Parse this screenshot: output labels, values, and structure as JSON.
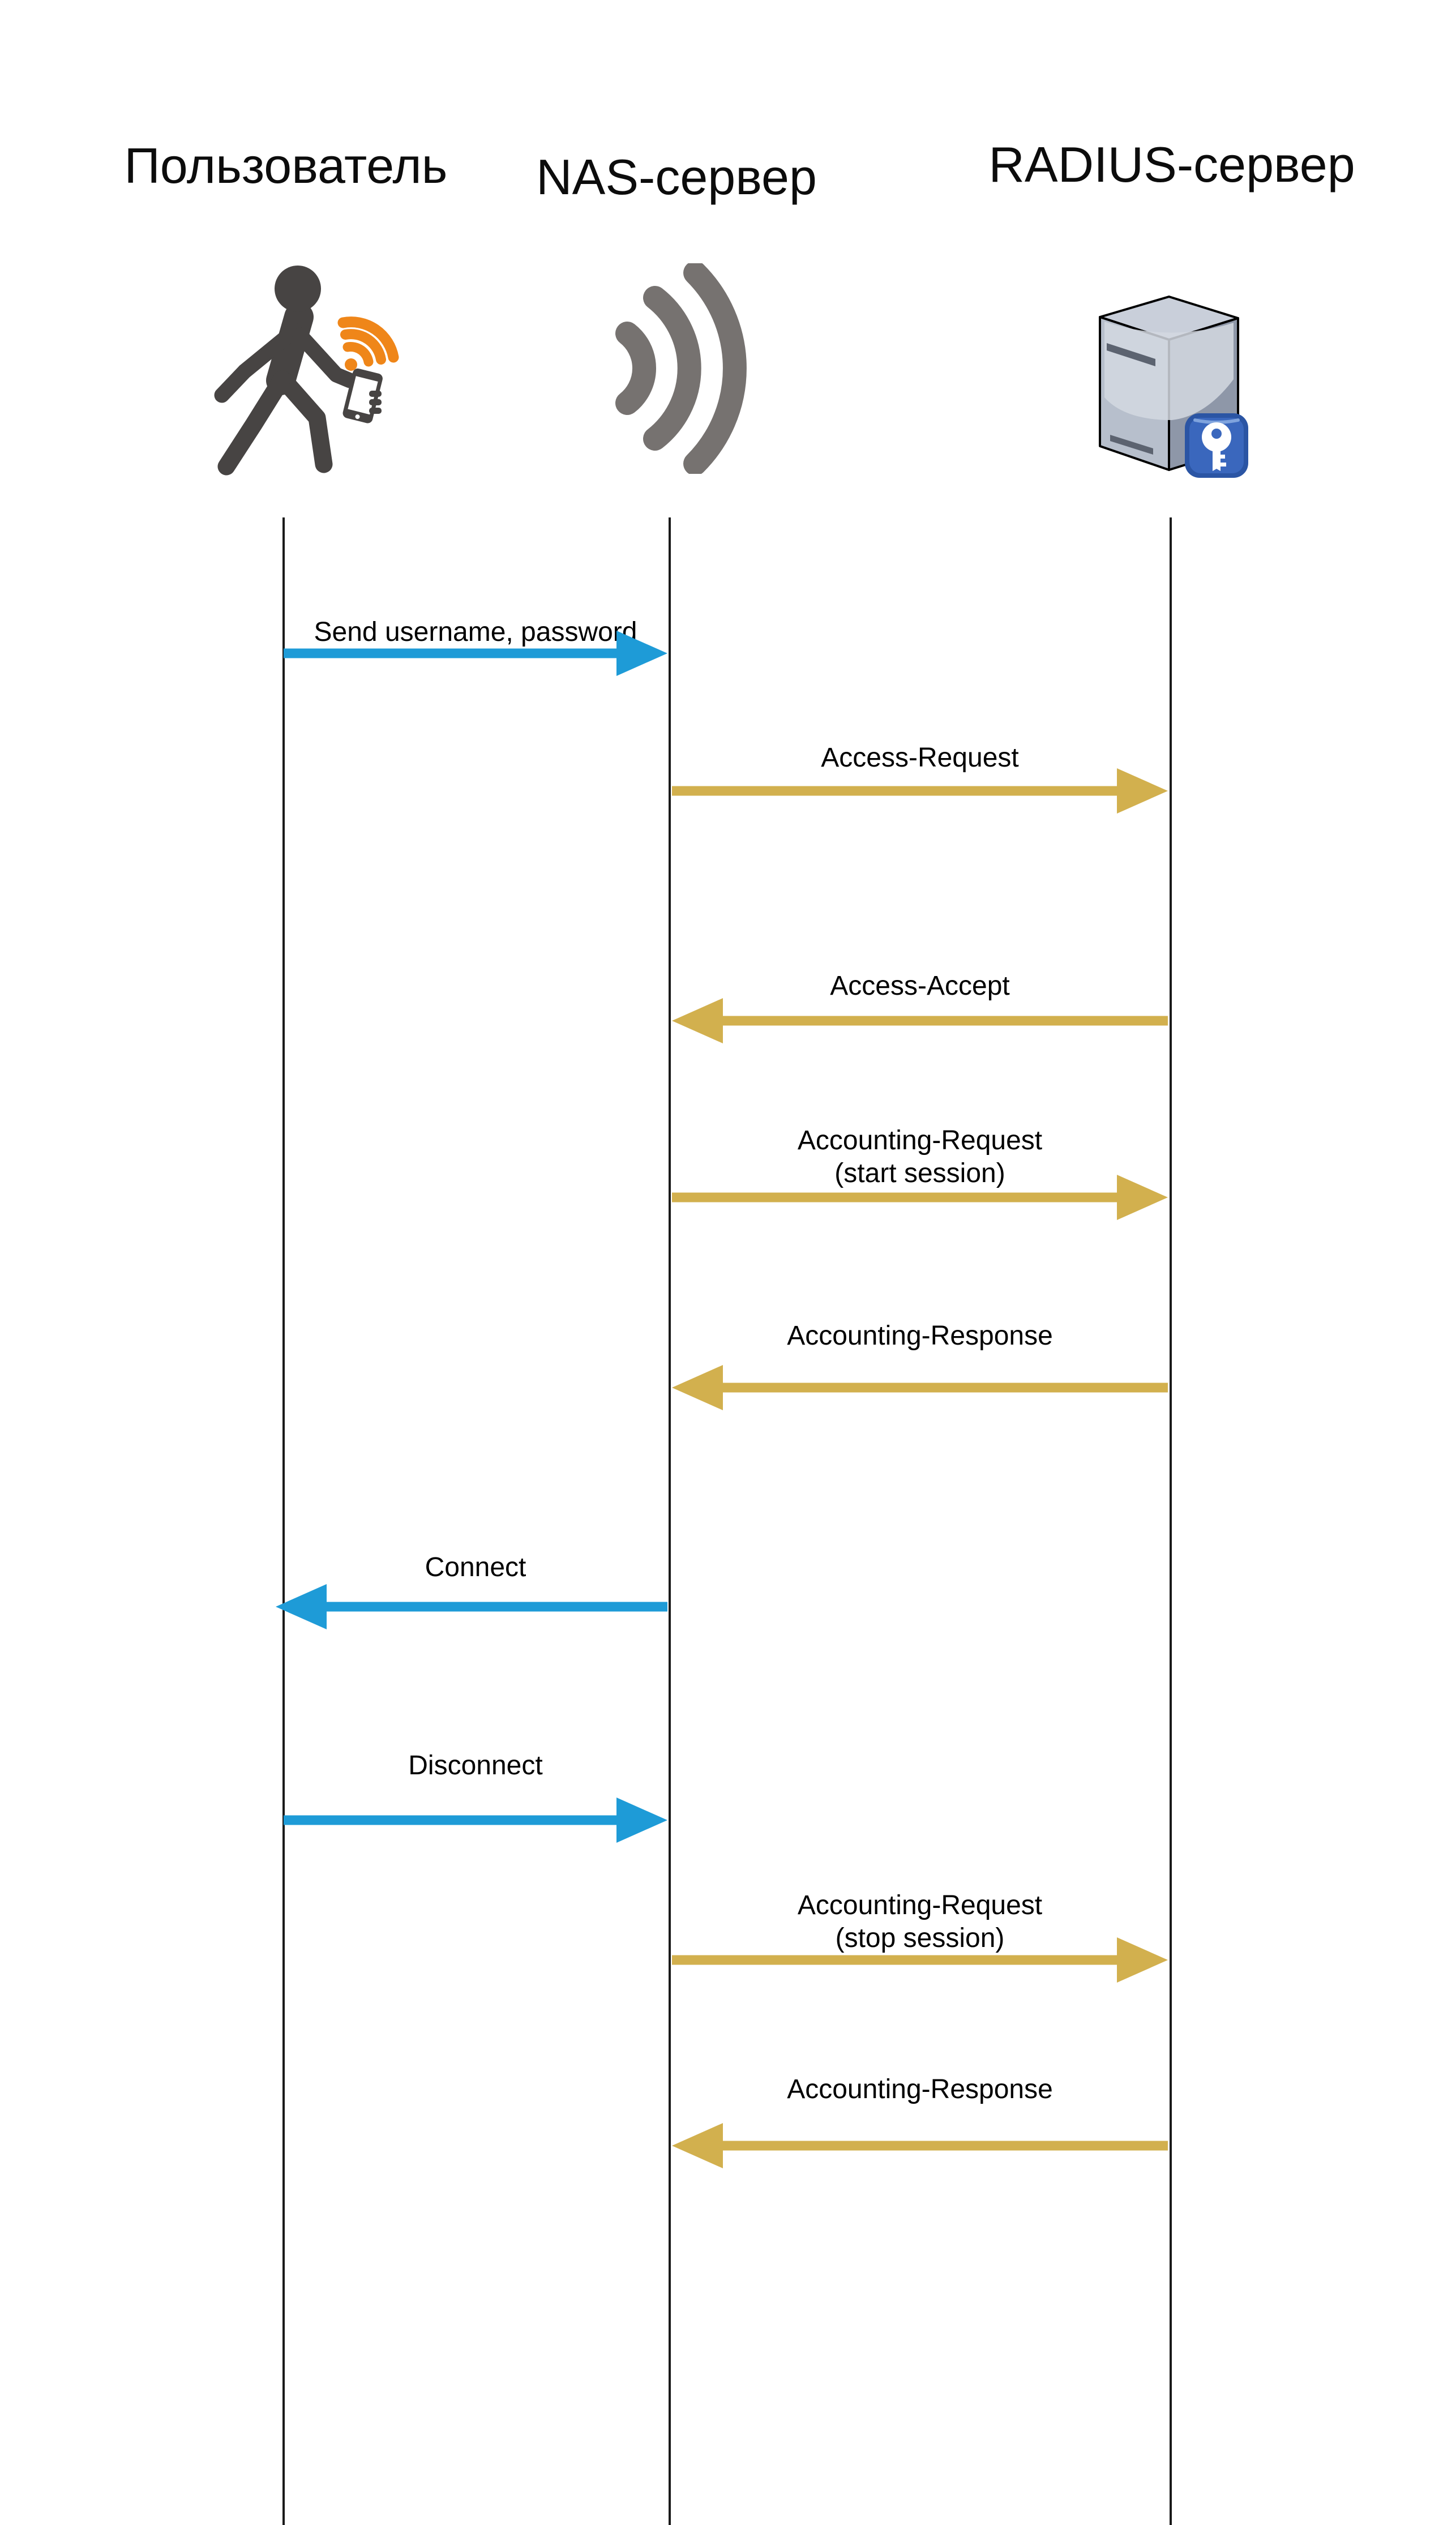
{
  "diagram_type": "sequence-diagram",
  "actors": [
    {
      "name": "Пользователь",
      "icon": "user-with-phone-wifi-icon",
      "lifeline": true
    },
    {
      "name": "NAS-сервер",
      "icon": "signal-waves-icon",
      "lifeline": true
    },
    {
      "name": "RADIUS-сервер",
      "icon": "server-with-key-icon",
      "lifeline": true
    }
  ],
  "messages": [
    {
      "label": "Send username, password",
      "from": "Пользователь",
      "to": "NAS-сервер",
      "direction": "right",
      "color": "#1e9bd7"
    },
    {
      "label": "Access-Request",
      "from": "NAS-сервер",
      "to": "RADIUS-сервер",
      "direction": "right",
      "color": "#d2b04e"
    },
    {
      "label": "Access-Accept",
      "from": "RADIUS-сервер",
      "to": "NAS-сервер",
      "direction": "left",
      "color": "#d2b04e"
    },
    {
      "label": "Accounting-Request",
      "label2": "(start session)",
      "from": "NAS-сервер",
      "to": "RADIUS-сервер",
      "direction": "right",
      "color": "#d2b04e"
    },
    {
      "label": "Accounting-Response",
      "from": "RADIUS-сервер",
      "to": "NAS-сервер",
      "direction": "left",
      "color": "#d2b04e"
    },
    {
      "label": "Connect",
      "from": "NAS-сервер",
      "to": "Пользователь",
      "direction": "left",
      "color": "#1e9bd7"
    },
    {
      "label": "Disconnect",
      "from": "Пользователь",
      "to": "NAS-сервер",
      "direction": "right",
      "color": "#1e9bd7"
    },
    {
      "label": "Accounting-Request",
      "label2": "(stop session)",
      "from": "NAS-сервер",
      "to": "RADIUS-сервер",
      "direction": "right",
      "color": "#d2b04e"
    },
    {
      "label": "Accounting-Response",
      "from": "RADIUS-сервер",
      "to": "NAS-сервер",
      "direction": "left",
      "color": "#d2b04e"
    }
  ],
  "colors": {
    "arrow_blue": "#1e9bd7",
    "arrow_gold": "#d2b04e",
    "lifeline": "#1a1a1a",
    "person_gray": "#474443",
    "waves_gray": "#767270",
    "wifi_orange": "#ef8619",
    "badge_blue": "#3a67bd",
    "text": "#000000"
  }
}
